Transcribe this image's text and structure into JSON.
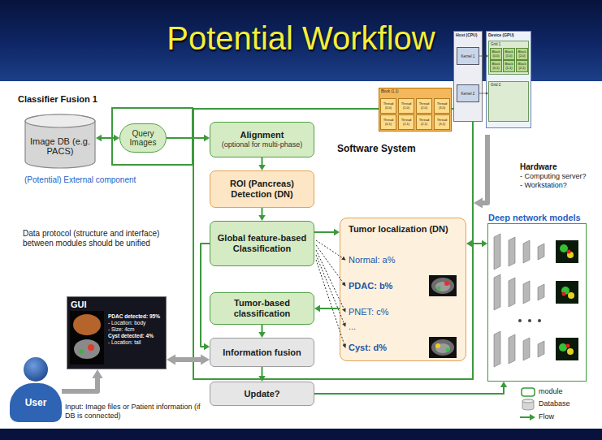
{
  "diagram": {
    "title": "Potential Workflow",
    "nodes": [
      {
        "text": [
          "Image DB (e.g. PACS)"
        ]
      },
      {
        "text": [
          "Query Images"
        ]
      },
      {
        "text": [
          "Software System"
        ]
      },
      {
        "text": [
          "Alignment",
          "(optional for multi-phase)"
        ],
        "in": 2
      },
      {
        "text": [
          "ROI (Pancreas) Detection (DN)"
        ],
        "in": 2
      },
      {
        "text": [
          "Global feature-based Classification"
        ],
        "in": 2
      },
      {
        "text": [
          "Tumor localization (DN)",
          "Normal: a%",
          "PDAC: b%",
          "PNET: c%",
          "...",
          "Cyst: d%"
        ],
        "in": 2
      },
      {
        "text": [
          "Tumor-based classification"
        ],
        "in": 2
      },
      {
        "text": [
          "Information fusion"
        ],
        "in": 2
      },
      {
        "text": [
          "Update?"
        ]
      },
      {
        "text": [
          "Hardware",
          "- Computing server?",
          "- Workstation?"
        ]
      },
      {
        "text": [
          "Host (CPU)"
        ],
        "in": 10
      },
      {
        "text": [
          "Kernel 1"
        ],
        "in": 11
      },
      {
        "text": [
          "Kernel 2"
        ],
        "in": 11
      },
      {
        "text": [
          "Device (GPU)"
        ],
        "in": 10
      },
      {
        "text": [
          "Grid 1"
        ],
        "in": 14
      },
      {
        "text": [
          "Block (0,0)"
        ],
        "in": 15
      },
      {
        "text": [
          "Block (1,0)"
        ],
        "in": 15
      },
      {
        "text": [
          "Block (2,0)"
        ],
        "in": 15
      },
      {
        "text": [
          "Block (0,1)"
        ],
        "in": 15
      },
      {
        "text": [
          "Block (1,1)"
        ],
        "in": 15
      },
      {
        "text": [
          "Block (2,1)"
        ],
        "in": 15
      },
      {
        "text": [
          "Grid 2"
        ],
        "in": 14
      },
      {
        "text": [
          "Block (1,1)"
        ],
        "in": 10
      },
      {
        "text": [
          "Thread (0,0)"
        ],
        "in": 23
      },
      {
        "text": [
          "Thread (1,0)"
        ],
        "in": 23
      },
      {
        "text": [
          "Thread (2,0)"
        ],
        "in": 23
      },
      {
        "text": [
          "Thread (3,0)"
        ],
        "in": 23
      },
      {
        "text": [
          "Thread (0,1)"
        ],
        "in": 23
      },
      {
        "text": [
          "Thread (1,1)"
        ],
        "in": 23
      },
      {
        "text": [
          "Thread (2,1)"
        ],
        "in": 23
      },
      {
        "text": [
          "Thread (3,1)"
        ],
        "in": 23
      },
      {
        "text": [
          "Deep network models"
        ]
      },
      {
        "text": [
          "GUI",
          "PDAC detected: 95%",
          "- Location: body",
          "- Size: 4cm",
          "Cyst detected: 4%",
          "- Location: tail"
        ]
      },
      {
        "text": [
          "User"
        ]
      }
    ],
    "edges": [
      {
        "from": 0,
        "to": 1,
        "arrow": "both"
      },
      {
        "from": 1,
        "to": 3,
        "arrow": "to"
      },
      {
        "from": 3,
        "to": 4,
        "arrow": "to"
      },
      {
        "from": 4,
        "to": 5,
        "arrow": "to"
      },
      {
        "from": 5,
        "to": 6,
        "arrow": "to"
      },
      {
        "from": 6,
        "to": 7,
        "arrow": "to"
      },
      {
        "from": 5,
        "to": 8,
        "arrow": "to"
      },
      {
        "from": 7,
        "to": 8,
        "arrow": "to"
      },
      {
        "from": 8,
        "to": 9,
        "arrow": "to"
      },
      {
        "from": 9,
        "to": 32,
        "arrow": "to"
      },
      {
        "from": 6,
        "to": 32,
        "arrow": "both"
      },
      {
        "from": 10,
        "to": 2,
        "arrow": "to"
      },
      {
        "from": 12,
        "to": 15,
        "arrow": "to"
      },
      {
        "from": 13,
        "to": 22,
        "arrow": "to"
      },
      {
        "from": 34,
        "to": 33,
        "arrow": "to"
      },
      {
        "from": 33,
        "to": 8,
        "arrow": "both"
      }
    ],
    "labels": [
      "Classifier Fusion 1",
      "(Potential) External component",
      "Data protocol (structure and interface) between modules should be unified",
      "Input: Image files or Patient information (if DB is connected)"
    ],
    "legend": [
      {
        "text": "module"
      },
      {
        "text": "Database"
      },
      {
        "text": "Flow"
      }
    ]
  }
}
